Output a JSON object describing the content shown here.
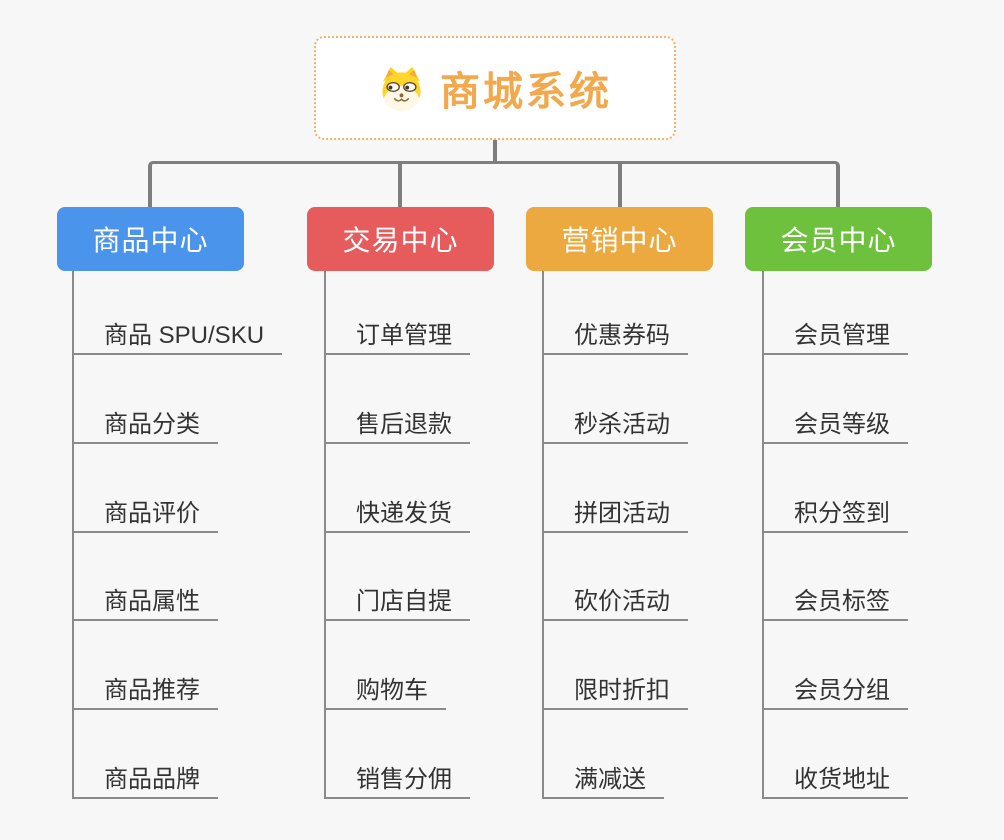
{
  "root": {
    "title": "商城系统",
    "icon": "dog-face-icon"
  },
  "branches": [
    {
      "label": "商品中心",
      "color": "#4B94EC",
      "children": [
        "商品 SPU/SKU",
        "商品分类",
        "商品评价",
        "商品属性",
        "商品推荐",
        "商品品牌"
      ]
    },
    {
      "label": "交易中心",
      "color": "#E65C5C",
      "children": [
        "订单管理",
        "售后退款",
        "快递发货",
        "门店自提",
        "购物车",
        "销售分佣"
      ]
    },
    {
      "label": "营销中心",
      "color": "#ECA93F",
      "children": [
        "优惠券码",
        "秒杀活动",
        "拼团活动",
        "砍价活动",
        "限时折扣",
        "满减送"
      ]
    },
    {
      "label": "会员中心",
      "color": "#6DC13C",
      "children": [
        "会员管理",
        "会员等级",
        "积分签到",
        "会员标签",
        "会员分组",
        "收货地址"
      ]
    }
  ],
  "colors": {
    "background": "#F7F7F7",
    "root_accent": "#F2A94E",
    "root_border": "#F3B264",
    "connector_line": "#7E7E7E",
    "leaf_line": "#8A8A8A",
    "leaf_text": "#333333"
  }
}
